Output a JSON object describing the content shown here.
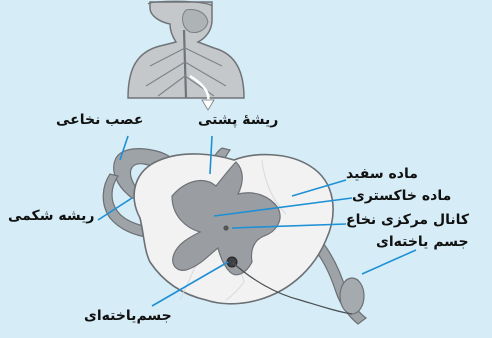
{
  "labels": {
    "dorsal_root": "ریشهٔ پشتی",
    "spinal_nerve": "عصب نخاعی",
    "white_matter": "ماده سفید",
    "gray_matter": "ماده خاکستری",
    "ventral_root": "ریشه شکمی",
    "central_canal": "کانال مرکزی نخاع",
    "cell_body_right": "جسم یاخته‌ای",
    "cell_body_bottom": "جسم‌یاخته‌ای"
  },
  "colors": {
    "background": "#d6ecf6",
    "leader_line": "#1e90d6",
    "tissue_gray": "#8e9398",
    "white_matter": "#f2f2f2",
    "gray_matter": "#9a9da1"
  }
}
